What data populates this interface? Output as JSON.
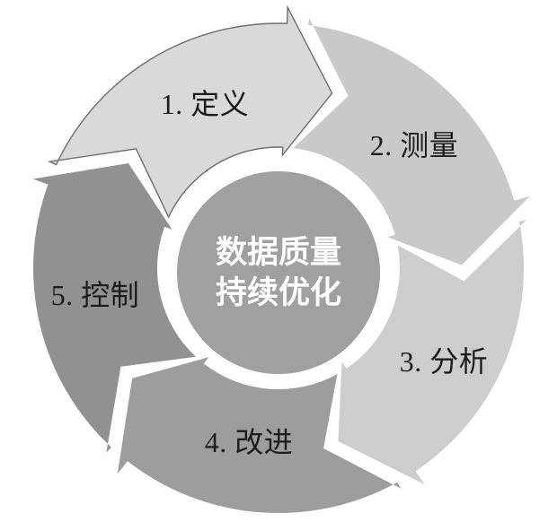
{
  "diagram": {
    "type": "cycle",
    "center": {
      "line1": "数据质量",
      "line2": "持续优化",
      "fill": "#a0a0a0",
      "text_color": "#ffffff"
    },
    "segments": [
      {
        "label": "1. 定义",
        "fill": "#d9d9d9",
        "stroke": "#6e6e6e",
        "start_deg": -60,
        "end_deg": 12
      },
      {
        "label": "2. 测量",
        "fill": "#c9c9c9",
        "stroke": "none",
        "start_deg": 12,
        "end_deg": 84
      },
      {
        "label": "3. 分析",
        "fill": "#cdcdcd",
        "stroke": "none",
        "start_deg": 84,
        "end_deg": 156
      },
      {
        "label": "4. 改进",
        "fill": "#9d9d9d",
        "stroke": "none",
        "start_deg": 156,
        "end_deg": 228
      },
      {
        "label": "5. 控制",
        "fill": "#919191",
        "stroke": "none",
        "start_deg": 228,
        "end_deg": 300
      }
    ],
    "label_color": "#1c1c1c"
  }
}
